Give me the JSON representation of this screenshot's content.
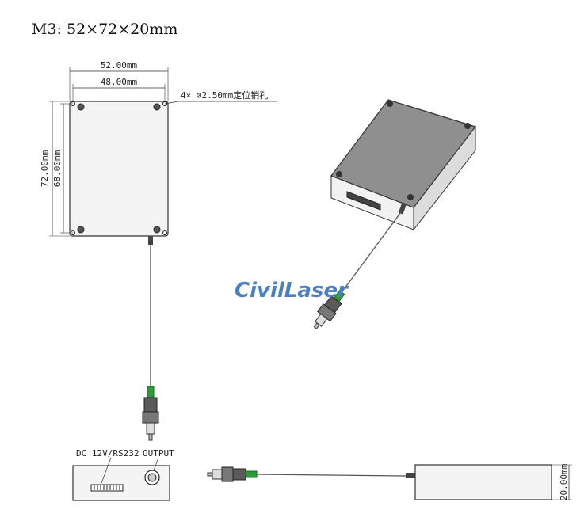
{
  "title": "M3: 52×72×20mm",
  "dims": {
    "outer_width": "52.00mm",
    "hole_spacing_width": "48.00mm",
    "outer_height": "72.00mm",
    "hole_spacing_height": "68.00mm",
    "thickness": "20.00mm",
    "holes": "4× ⌀2.50mm定位销孔"
  },
  "front_labels": {
    "power": "DC 12V/RS232",
    "output": "OUTPUT"
  },
  "logo": "CivilLaser",
  "colors": {
    "plate": "#f0f0f0",
    "lid": "#8f8f8f",
    "ferrule": "#2e9a3a",
    "logo": "#4a7fc4"
  }
}
